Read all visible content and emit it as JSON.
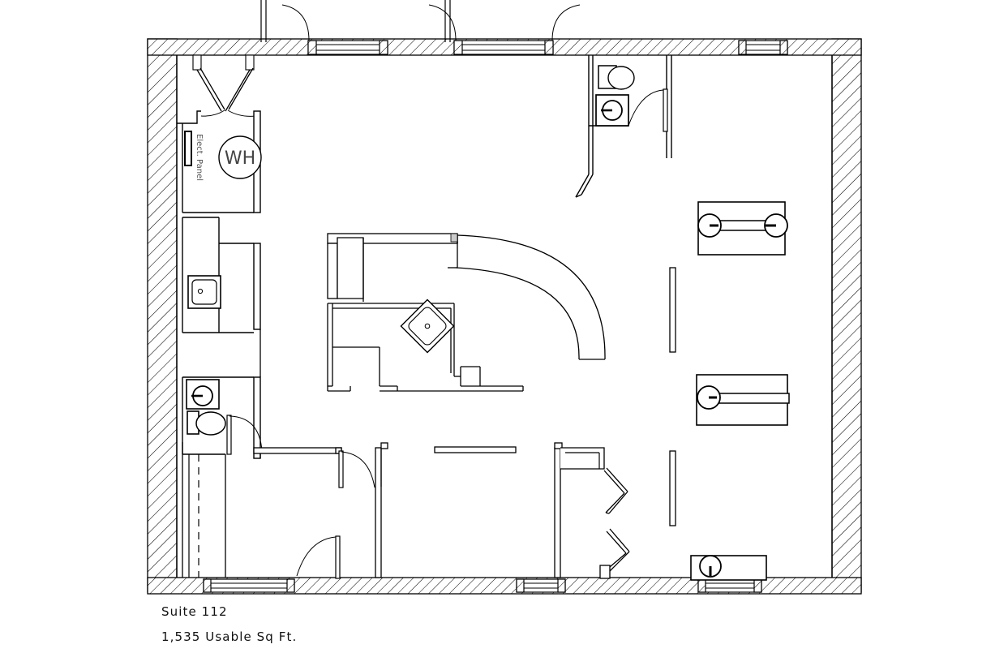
{
  "drawing": {
    "type": "architectural-floor-plan",
    "title": "Suite 112 Floor Plan",
    "caption": {
      "suite_label": "Suite 112",
      "area_label": "1,535 Usable Sq Ft."
    },
    "annotations": [
      {
        "id": "elect-panel",
        "text": "Elect. Panel",
        "rotation": 90
      },
      {
        "id": "water-heater",
        "text": "WH"
      }
    ],
    "colors": {
      "line": "#000000",
      "hatch": "#000000",
      "background": "#ffffff",
      "door_leaf": "#888888"
    },
    "scale_note": "",
    "features": {
      "exterior_walls": "hatched masonry",
      "restrooms": 2,
      "sinks": 3,
      "desks_with_chairs": 3,
      "bifold_closets": 2,
      "entry_doors": "double swing"
    }
  }
}
